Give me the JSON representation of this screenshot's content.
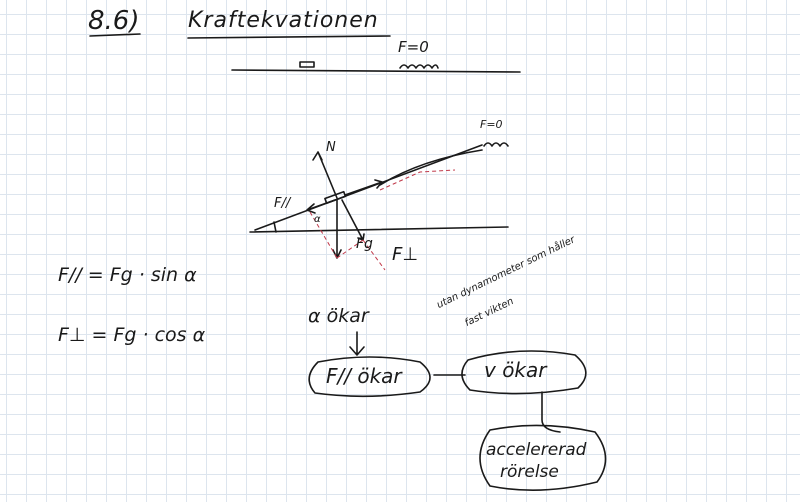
{
  "title": {
    "number": "8.6)",
    "text": "Kraftekvationen"
  },
  "top_diagram": {
    "force_label": "F=0"
  },
  "incline_diagram": {
    "force_label": "F=0",
    "normal": "N",
    "parallel": "F//",
    "angle": "α",
    "gravity": "Fg",
    "perpendicular": "F⊥"
  },
  "equations": [
    {
      "text": "F// = Fg · sin α"
    },
    {
      "text": "F⊥ = Fg · cos α"
    }
  ],
  "flow": {
    "start": "α ökar",
    "box1": "F// ökar",
    "box2": "v ökar",
    "note_line1": "utan dynamometer som håller",
    "note_line2": "fast vikten",
    "box3_line1": "accelererad",
    "box3_line2": "rörelse"
  }
}
